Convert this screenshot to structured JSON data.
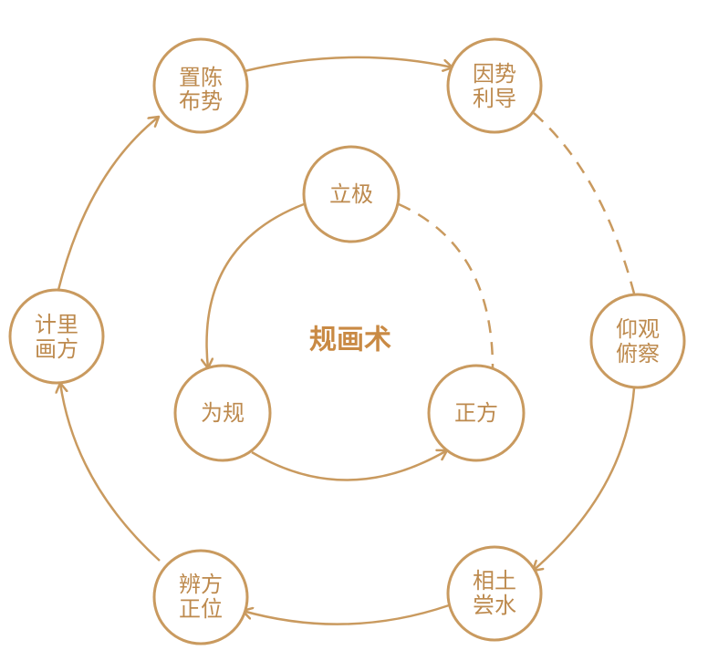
{
  "center_title": "规画术",
  "outer_nodes": [
    {
      "id": "zhi-chen-bu-shi",
      "lines": [
        "置陈",
        "布势"
      ]
    },
    {
      "id": "yin-shi-li-dao",
      "lines": [
        "因势",
        "利导"
      ]
    },
    {
      "id": "yang-guan-fu-cha",
      "lines": [
        "仰观",
        "俯察"
      ]
    },
    {
      "id": "xiang-tu-chang-shui",
      "lines": [
        "相土",
        "尝水"
      ]
    },
    {
      "id": "bian-fang-zheng-wei",
      "lines": [
        "辨方",
        "正位"
      ]
    },
    {
      "id": "ji-li-hua-fang",
      "lines": [
        "计里",
        "画方"
      ]
    }
  ],
  "inner_nodes": [
    {
      "id": "li-ji",
      "lines": [
        "立极"
      ]
    },
    {
      "id": "zheng-fang",
      "lines": [
        "正方"
      ]
    },
    {
      "id": "wei-gui",
      "lines": [
        "为规"
      ]
    }
  ],
  "colors": {
    "stroke": "#c99a5f",
    "text": "#bd8a4e",
    "center_text": "#c98a44"
  }
}
